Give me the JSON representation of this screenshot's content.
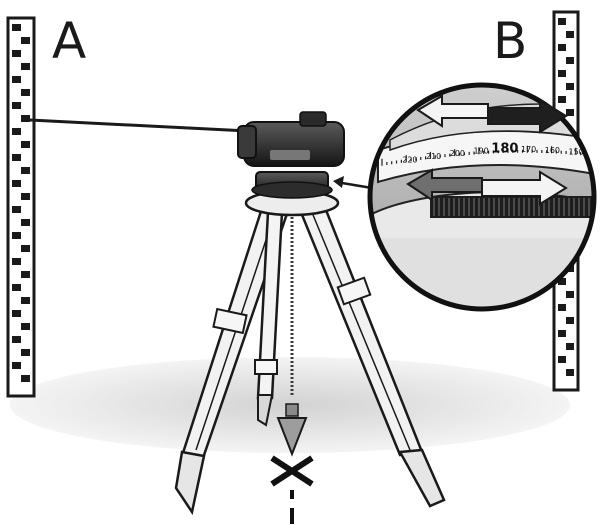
{
  "labels": {
    "staff_a": "A",
    "staff_b": "B"
  },
  "scale": {
    "ticks": [
      "220",
      "210",
      "200",
      "190",
      "180",
      "170",
      "160",
      "150"
    ],
    "current": "180"
  },
  "colors": {
    "ink": "#1a1a1a",
    "staff_fill": "#ffffff",
    "ground": "#e4e4e4",
    "tripod_leg": "#f2f2f2",
    "arrow_dark": "#1f1f1f",
    "arrow_light": "#f4f4f4",
    "arrow_gray": "#6f6f6f",
    "inset_bg": "#bdbdbd"
  },
  "icons": {
    "direction_arrows": "double-arrow-icon",
    "plumb_point": "x-mark-icon"
  }
}
